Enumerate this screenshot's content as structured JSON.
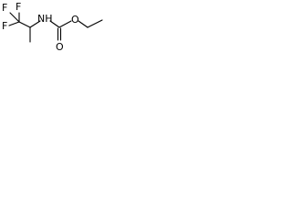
{
  "molecule": {
    "atoms": {
      "f_top_left": "F",
      "f_top_right": "F",
      "f_left": "F",
      "nh": "NH",
      "o_carbonyl": "O",
      "o_ester": "O"
    }
  }
}
